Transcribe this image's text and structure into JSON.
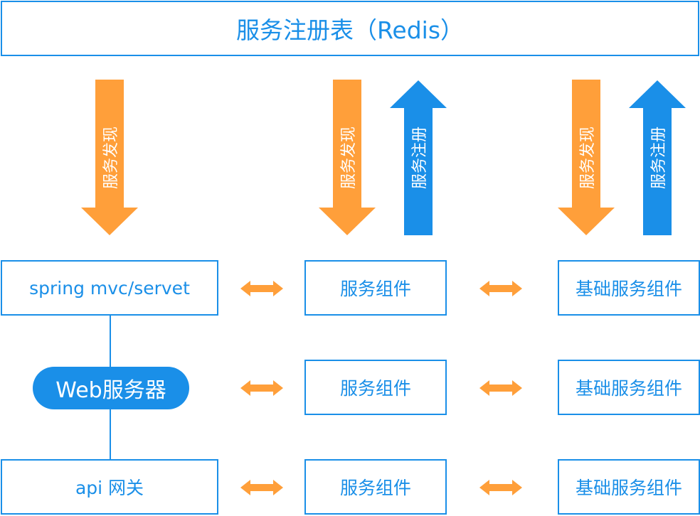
{
  "registry": {
    "label": "服务注册表（Redis）"
  },
  "arrows": {
    "discovery_label": "服务发现",
    "registration_label": "服务注册"
  },
  "rows": [
    {
      "left": "spring mvc/servet",
      "middle": "服务组件",
      "right": "基础服务组件"
    },
    {
      "left": "Web服务器",
      "middle": "服务组件",
      "right": "基础服务组件"
    },
    {
      "left": "api 网关",
      "middle": "服务组件",
      "right": "基础服务组件"
    }
  ],
  "colors": {
    "blue": "#1a8fe8",
    "orange": "#ff9f3a"
  }
}
